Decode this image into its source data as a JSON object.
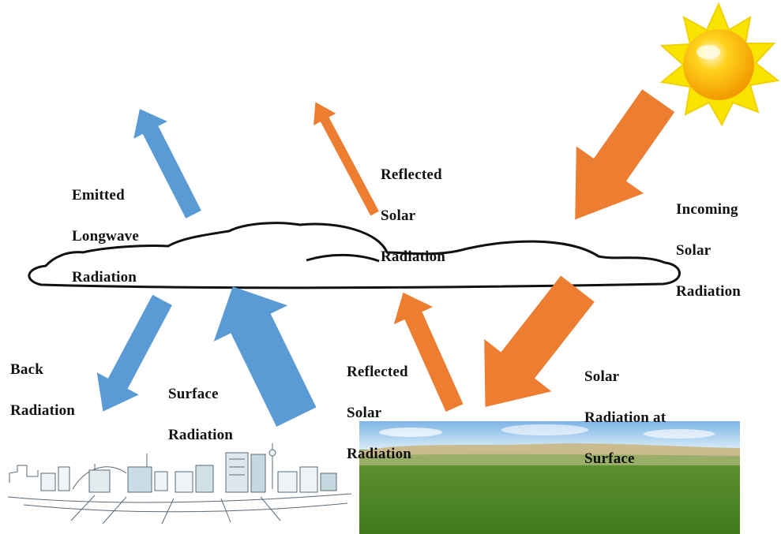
{
  "labels": {
    "emitted_longwave": [
      "Emitted",
      "Longwave",
      "Radiation"
    ],
    "reflected_top": [
      "Reflected",
      "Solar",
      "Radiation"
    ],
    "incoming_solar": [
      "Incoming",
      "Solar",
      "Radiation"
    ],
    "back_radiation": [
      "Back",
      "Radiation"
    ],
    "surface_radiation": [
      "Surface",
      "Radiation"
    ],
    "reflected_bottom": [
      "Reflected",
      "Solar",
      "Radiation"
    ],
    "solar_at_surface": [
      "Solar",
      "Radiation at",
      "Surface"
    ]
  },
  "colors": {
    "longwave": "#5b9bd5",
    "solar": "#ed7d31",
    "sun": "#f9e400",
    "sun_core": "#f6b800"
  }
}
